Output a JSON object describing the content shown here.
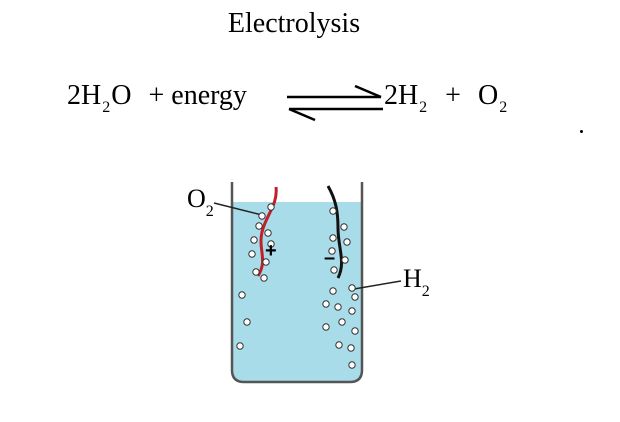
{
  "title": "Electrolysis",
  "equation": {
    "reactant_coef": "2H",
    "reactant_sub": "2",
    "reactant_tail": "O",
    "plus_energy": "+ energy",
    "product1_coef": "2H",
    "product1_sub": "2",
    "plus": "+",
    "product2": "O",
    "product2_sub": "2",
    "arrow": "equilibrium-arrow"
  },
  "labels": {
    "oxygen": "O",
    "oxygen_sub": "2",
    "hydrogen": "H",
    "hydrogen_sub": "2",
    "anode_sign": "+",
    "cathode_sign": "–"
  },
  "colors": {
    "water": "#a8dce8",
    "anode_wire": "#c0202a",
    "cathode_wire": "#111111",
    "beaker_outline": "#555555"
  }
}
